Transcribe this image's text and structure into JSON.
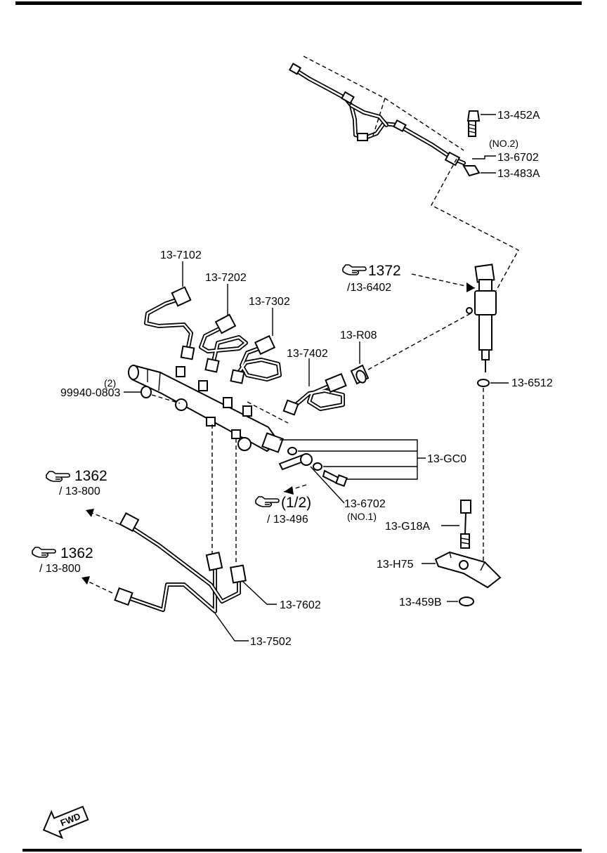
{
  "callouts": {
    "p_13_452A": "13-452A",
    "p_no2": "(NO.2)",
    "p_13_6702_no2": "13-6702",
    "p_13_483A": "13-483A",
    "p_13_7102": "13-7102",
    "p_13_7202": "13-7202",
    "p_13_7302": "13-7302",
    "p_13_7402": "13-7402",
    "p_13_R08": "13-R08",
    "p_qty2": "(2)",
    "p_99940_0803": "99940-0803",
    "p_13_6512": "13-6512",
    "p_13_GC0": "13-GC0",
    "p_13_6702_no1": "13-6702",
    "p_no1": "(NO.1)",
    "p_13_G18A": "13-G18A",
    "p_13_H75": "13-H75",
    "p_13_459B": "13-459B",
    "p_13_7602": "13-7602",
    "p_13_7502": "13-7502"
  },
  "references": {
    "ref_1372": {
      "num": "1372",
      "sub": "/13-6402"
    },
    "ref_1362_a": {
      "num": "1362",
      "sub": "/ 13-800"
    },
    "ref_1362_b": {
      "num": "1362",
      "sub": "/ 13-800"
    },
    "ref_half": {
      "num": "(1/2)",
      "sub": "/ 13-496"
    }
  },
  "fwd_label": "FWD",
  "icons": {
    "reference": "pointing-hand-icon",
    "direction": "fwd-arrow-icon"
  }
}
